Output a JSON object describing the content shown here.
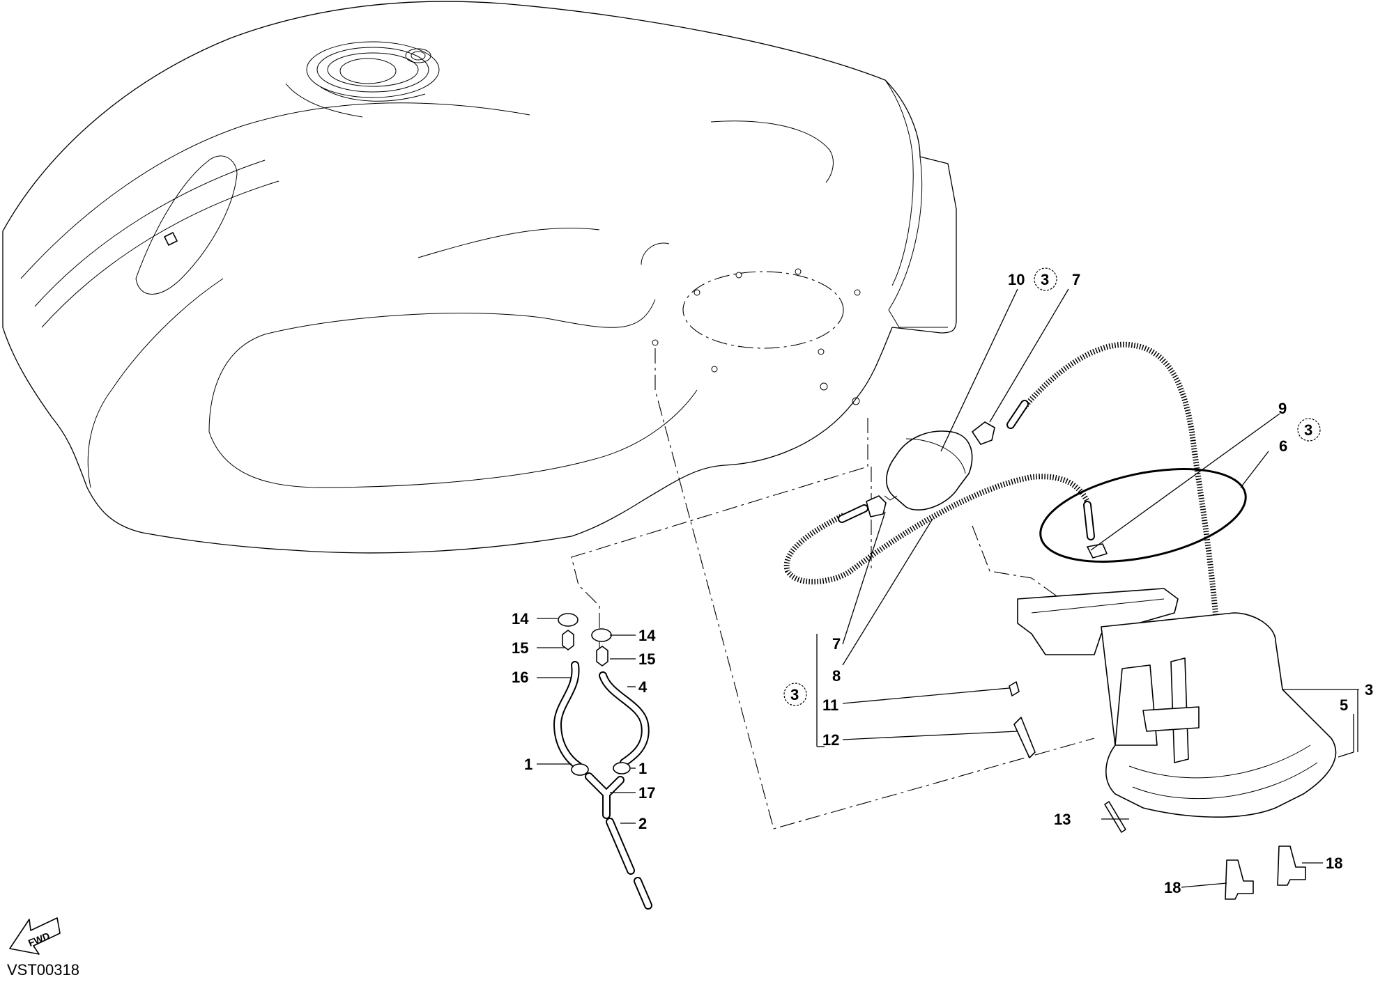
{
  "figure_code": "VST00318",
  "fwd_label": "FWD",
  "callouts": {
    "c1_left": "1",
    "c1_right": "1",
    "c2": "2",
    "c3_main": "3",
    "c3_circ_top": "3",
    "c3_circ_right": "3",
    "c3_circ_left": "3",
    "c4": "4",
    "c5": "5",
    "c6": "6",
    "c7_top": "7",
    "c7_bottom": "7",
    "c8": "8",
    "c9": "9",
    "c10": "10",
    "c11": "11",
    "c12": "12",
    "c13": "13",
    "c14_left": "14",
    "c14_right": "14",
    "c15_left": "15",
    "c15_right": "15",
    "c16": "16",
    "c17": "17",
    "c18_right": "18",
    "c18_left": "18"
  }
}
